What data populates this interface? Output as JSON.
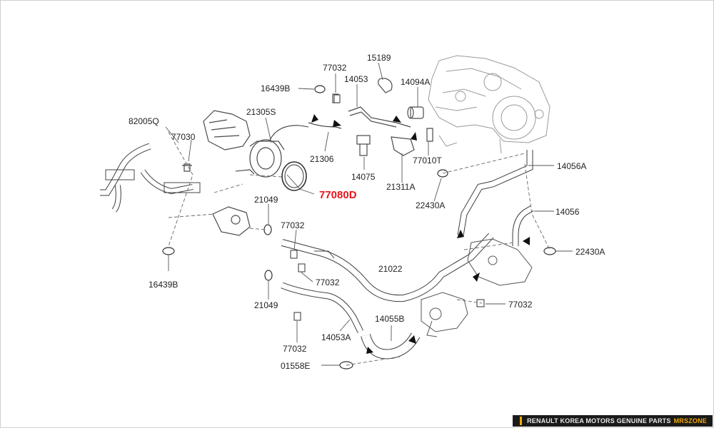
{
  "diagram": {
    "highlight_color": "#e8161b",
    "labels": {
      "p82005Q": "82005Q",
      "p77030": "77030",
      "p16439B_top": "16439B",
      "p16439B_bottom": "16439B",
      "p21305S": "21305S",
      "p77032_top": "77032",
      "p14053": "14053",
      "p15189": "15189",
      "p14094A": "14094A",
      "p21306": "21306",
      "p14075": "14075",
      "p21311A": "21311A",
      "p77010T": "77010T",
      "p77080D": "77080D",
      "p14056A": "14056A",
      "p22430A_left": "22430A",
      "p14056": "14056",
      "p22430A_right": "22430A",
      "p21049_top": "21049",
      "p77032_mid1": "77032",
      "p77032_mid2": "77032",
      "p21022": "21022",
      "p21049_bottom": "21049",
      "p77032_right": "77032",
      "p14055B": "14055B",
      "p14053A": "14053A",
      "p77032_bottom": "77032",
      "p01558E": "01558E"
    }
  },
  "footer": {
    "brand_text": "RENAULT KOREA MOTORS GENUINE PARTS",
    "brand_accent": "MRSZONE",
    "accent_color": "#f2a900"
  }
}
